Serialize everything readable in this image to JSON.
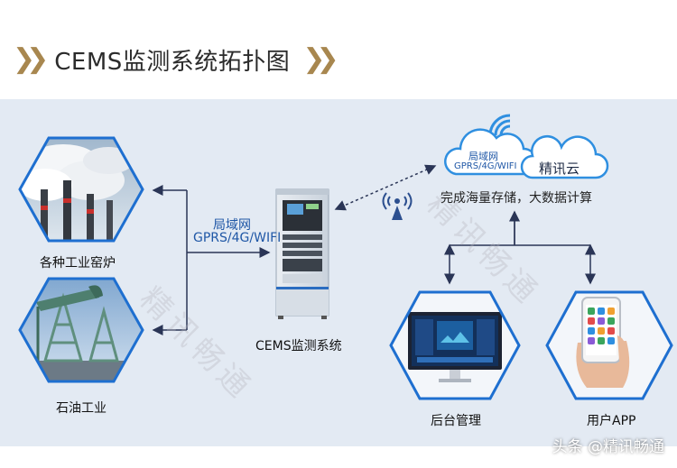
{
  "title": "CEMS监测系统拓扑图",
  "colors": {
    "accent": "#a8874f",
    "line": "#2a3556",
    "hex_border": "#1e6fd0",
    "cloud": "#2f8fe0",
    "panel_bg": "#e3eaf3"
  },
  "nodes": {
    "kiln": "各种工业窑炉",
    "oil": "石油工业",
    "cems": "CEMS监测系统",
    "backend": "后台管理",
    "app": "用户APP"
  },
  "link": {
    "line1": "局域网",
    "line2": "GPRS/4G/WIFI"
  },
  "cloud": {
    "net_line1": "局域网",
    "net_line2": "GPRS/4G/WIFI",
    "brand": "精讯云",
    "caption": "完成海量存储，大数据计算"
  },
  "watermark": [
    "精讯畅通",
    "精讯畅通"
  ],
  "credit": "头条 @精讯畅通"
}
